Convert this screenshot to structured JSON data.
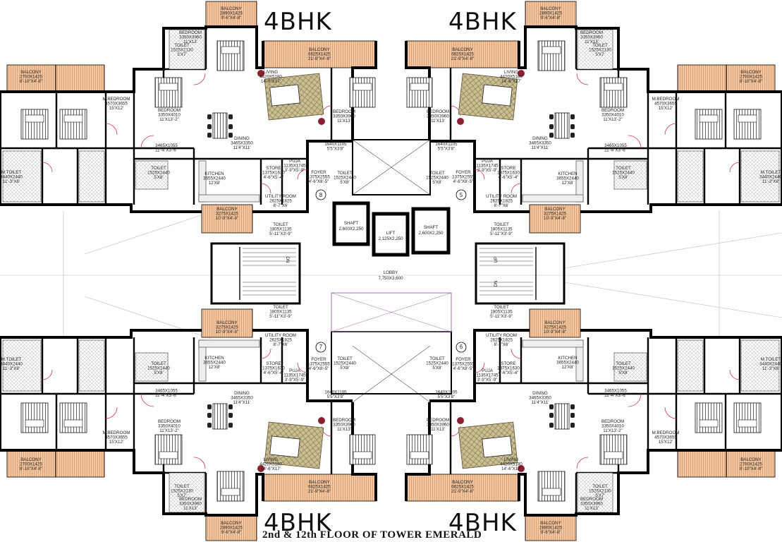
{
  "titles": {
    "top_left": "4BHK",
    "top_right": "4BHK",
    "bottom_left": "4BHK",
    "bottom_right": "4BHK"
  },
  "floor_title": "2nd & 12th FLOOR OF TOWER EMERALD",
  "core": {
    "shaft_left": [
      "SHAFT",
      "2,600X2,250"
    ],
    "lift": [
      "LIFT",
      "2,125X2,250"
    ],
    "shaft_right": [
      "SHAFT",
      "2,600X2,250"
    ],
    "lobby": [
      "LOBBY",
      "7,750X3,600"
    ],
    "stair_up": "UP",
    "stair_dn": "DN"
  },
  "unit_numbers": [
    "8",
    "5",
    "7",
    "6"
  ],
  "rooms": [
    {
      "id": "balcony-a",
      "lines": [
        "BALCONY",
        "2890X1425",
        "9'-6\"X4'-8\""
      ]
    },
    {
      "id": "bedroom-a",
      "lines": [
        "BEDROOM",
        "3350X3960",
        "11'X13'"
      ]
    },
    {
      "id": "toilet-a",
      "lines": [
        "TOILET",
        "1525X2130",
        "5'X7'"
      ]
    },
    {
      "id": "balcony-b",
      "lines": [
        "BALCONY",
        "6625X1425",
        "21'-9\"X4'-8\""
      ]
    },
    {
      "id": "living",
      "lines": [
        "LIVING",
        "4420X5180",
        "14'-6\"X17'"
      ]
    },
    {
      "id": "balcony-c",
      "lines": [
        "BALCONY",
        "2700X1425",
        "8'-10\"X4'-8\""
      ]
    },
    {
      "id": "m-bedroom",
      "lines": [
        "M.BEDROOM",
        "4570X3655",
        "15'X12'"
      ]
    },
    {
      "id": "bedroom-b",
      "lines": [
        "BEDROOM",
        "3350X4010",
        "11'X13'-2\""
      ]
    },
    {
      "id": "dining",
      "lines": [
        "DINING",
        "3465X3350",
        "11'4\"X11'"
      ]
    },
    {
      "id": "passage",
      "lines": [
        "3465X1055",
        "11'-4\"X3'-6\""
      ]
    },
    {
      "id": "bedroom-c",
      "lines": [
        "BEDROOM",
        "3350X3960",
        "11'X13'"
      ]
    },
    {
      "id": "lobby-small",
      "lines": [
        "1640X1105",
        "5'5\"X3'8\""
      ]
    },
    {
      "id": "m-toilet",
      "lines": [
        "M.TOILET",
        "3440X2440",
        "11'-3\"X8'"
      ]
    },
    {
      "id": "toilet-b",
      "lines": [
        "TOILET",
        "1525X2440",
        "5'X8'"
      ]
    },
    {
      "id": "kitchen",
      "lines": [
        "KITCHEN",
        "3655X2440",
        "12'X8'"
      ]
    },
    {
      "id": "store",
      "lines": [
        "STORE",
        "1375X1630",
        "4'-6\"X5'-4\""
      ]
    },
    {
      "id": "puja",
      "lines": [
        "PUJA",
        "1135X1745",
        "3'-9\"X5'-9\""
      ]
    },
    {
      "id": "foyer",
      "lines": [
        "FOYER",
        "1375X2555",
        "4'-6\"X8'-5\""
      ]
    },
    {
      "id": "toilet-c",
      "lines": [
        "TOILET",
        "1525X2440",
        "5'X8'"
      ]
    },
    {
      "id": "utility",
      "lines": [
        "UTILITY ROOM",
        "2625X1825",
        "8'-7\"X6'"
      ]
    },
    {
      "id": "balcony-d",
      "lines": [
        "BALCONY",
        "3275X1425",
        "10'-9\"X4'-8\""
      ]
    },
    {
      "id": "toilet-d",
      "lines": [
        "TOILET",
        "1805X1135",
        "5'-11\"X3'-9\""
      ]
    }
  ],
  "colors": {
    "wall": "#000000",
    "balcony_fill": "#f4c7a1",
    "balcony_hatch": "#b06a3a",
    "living_rug": "#c8b88a",
    "door": "#cc3355",
    "floor_line": "#333333",
    "lobby_outline": "#a070b0"
  }
}
